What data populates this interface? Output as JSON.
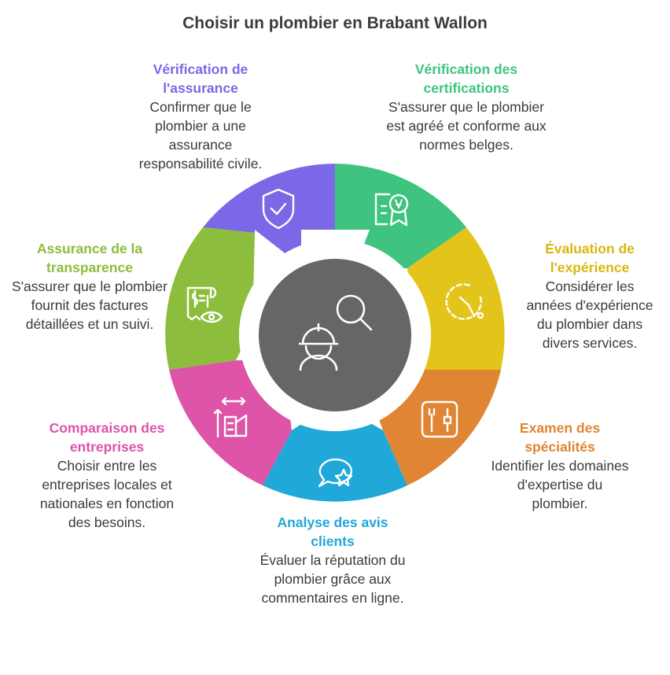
{
  "title": "Choisir un plombier en Brabant Wallon",
  "colors": {
    "assurance": "#7b68e6",
    "certifications": "#3ec47f",
    "experience": "#e3c41a",
    "specialites": "#e08534",
    "avis": "#1fa8d8",
    "comparaison": "#dd54a8",
    "transparence": "#8dbd3c",
    "center": "#666666"
  },
  "center_icon": "plumber-search-icon",
  "segments": [
    {
      "key": "assurance",
      "icon": "shield-check-icon",
      "title": "Vérification de l'assurance",
      "text": "Confirmer que le plombier a une assurance responsabilité civile."
    },
    {
      "key": "certifications",
      "icon": "certificate-icon",
      "title": "Vérification des certifications",
      "text": "S'assurer que le plombier est agréé et conforme aux normes belges."
    },
    {
      "key": "experience",
      "icon": "clock-icon",
      "title": "Évaluation de l'expérience",
      "text": "Considérer les années d'expérience du plombier dans divers services."
    },
    {
      "key": "specialites",
      "icon": "tools-icon",
      "title": "Examen des spécialités",
      "text": "Identifier les domaines d'expertise du plombier."
    },
    {
      "key": "avis",
      "icon": "chat-star-icon",
      "title": "Analyse des avis clients",
      "text": "Évaluer la réputation du plombier grâce aux commentaires en ligne."
    },
    {
      "key": "comparaison",
      "icon": "building-compare-icon",
      "title": "Comparaison des entreprises",
      "text": "Choisir entre les entreprises locales et nationales en fonction des besoins."
    },
    {
      "key": "transparence",
      "icon": "invoice-eye-icon",
      "title": "Assurance de la transparence",
      "text": "S'assurer que le plombier fournit des factures détaillées et un suivi."
    }
  ]
}
